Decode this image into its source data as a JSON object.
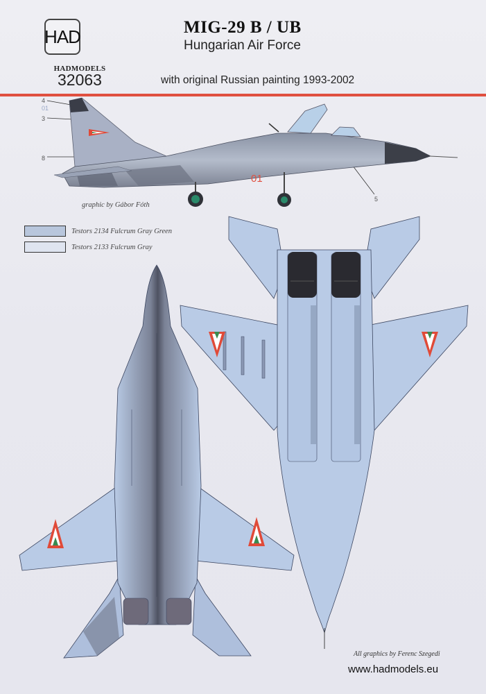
{
  "header": {
    "logo": {
      "text": "HAD",
      "icon": "had-logo-icon"
    },
    "brand": "HADMODELS",
    "kit_number": "32063",
    "title": "MIG-29 B / UB",
    "subtitle": "Hungarian Air Force",
    "tagline": "with original Russian painting 1993-2002",
    "accent_color": "#e05040"
  },
  "side_view": {
    "callouts": [
      "4",
      "01",
      "3",
      "8",
      "5"
    ],
    "fuselage_number": "01",
    "credit": "graphic by Gábor Fóth"
  },
  "legend": {
    "items": [
      {
        "label": "Testors 2134 Fulcrum Gray Green",
        "color": "#b8c6dc"
      },
      {
        "label": "Testors 2133 Fulcrum Gray",
        "color": "#dfe4f0"
      }
    ]
  },
  "views": {
    "top": {
      "name": "top-view",
      "markings": [
        "roundel-chevron-left",
        "roundel-chevron-right"
      ]
    },
    "bottom": {
      "name": "bottom-view",
      "markings": [
        "roundel-chevron-left",
        "roundel-chevron-right"
      ]
    }
  },
  "colors": {
    "camo_light": "#b9cbe6",
    "camo_dark": "#5c6070",
    "marking_red": "#e04a38",
    "marking_green": "#3a8a50",
    "marking_white": "#ffffff"
  },
  "footer": {
    "credit": "All graphics by Ferenc Szegedi",
    "website": "www.hadmodels.eu"
  }
}
